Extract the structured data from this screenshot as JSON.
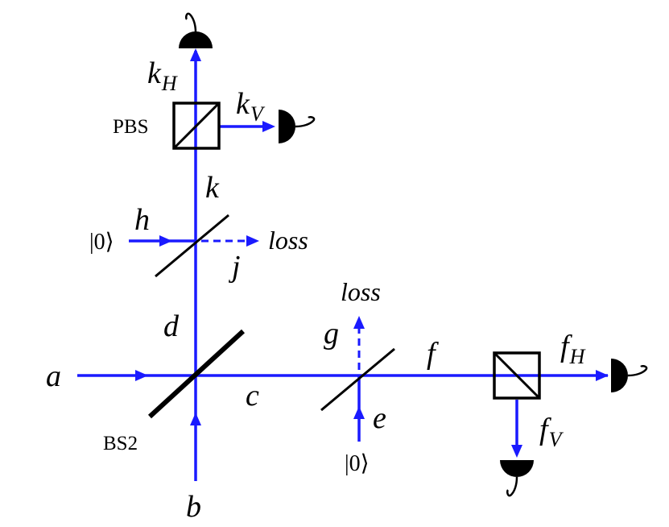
{
  "colors": {
    "beam": "#1a1aff",
    "optics": "#000000",
    "background": "#ffffff"
  },
  "labels": {
    "a": "a",
    "b": "b",
    "c": "c",
    "d": "d",
    "e": "e",
    "f": "f",
    "g": "g",
    "h": "h",
    "j": "j",
    "k": "k",
    "k_main": "k",
    "k_H_sub": "H",
    "k_V_sub": "V",
    "f_main": "f",
    "f_H_sub": "H",
    "f_V_sub": "V",
    "loss_top": "loss",
    "loss_mid": "loss",
    "vacuum_left": "|0⟩",
    "vacuum_bottom": "|0⟩",
    "pbs": "PBS",
    "bs2": "BS2"
  },
  "icons": {
    "detector": "detector-icon",
    "beam_splitter": "beam-splitter-icon",
    "polarizing_beam_splitter": "polarizing-beam-splitter-icon"
  }
}
